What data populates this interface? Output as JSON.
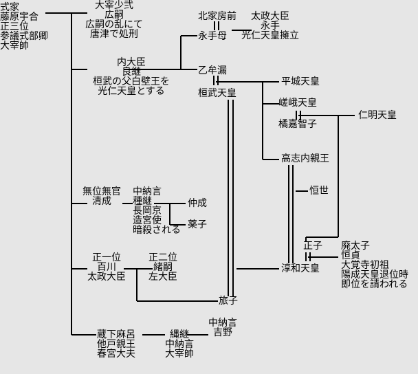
{
  "persons": {
    "umakai": [
      "式家",
      "藤原宇合",
      "正三位",
      "参議式部卿",
      "大宰帥"
    ],
    "hirotsugu": [
      "大宰少弐",
      "広嗣",
      "広嗣の乱にて",
      "唐津で処刑"
    ],
    "yoshitsugu": [
      "内大臣",
      "良継",
      "桓武の父白壁王を",
      "光仁天皇とする"
    ],
    "fusasaki": [
      "北家房前"
    ],
    "nagate": [
      "太政大臣",
      "永手",
      "光仁天皇擁立"
    ],
    "nagatehaha": [
      "永手母"
    ],
    "otomuro": [
      "乙牟漏"
    ],
    "kanmu": [
      "桓武天皇"
    ],
    "heizei": [
      "平城天皇"
    ],
    "saga": [
      "嵯峨天皇"
    ],
    "tachibana": [
      "橘嘉智子"
    ],
    "ninmyo": [
      "仁明天皇"
    ],
    "koshi": [
      "高志内親王"
    ],
    "tsuneyo": [
      "恒世"
    ],
    "kiyonari": [
      "無位無官",
      "清成"
    ],
    "tanetsugu": [
      "中納言",
      "種継",
      "長岡京",
      "造宮使",
      "暗殺される"
    ],
    "nakanari": [
      "仲成"
    ],
    "kusuko": [
      "薬子"
    ],
    "momokawa": [
      "正一位",
      "百川",
      "太政大臣"
    ],
    "otsugu": [
      "正二位",
      "緒嗣",
      "左大臣"
    ],
    "masako": [
      "正子"
    ],
    "tsunesada": [
      "廃太子",
      "恒貞",
      "大覚寺初祖",
      "陽成天皇退位時",
      "即位を請われる"
    ],
    "junna": [
      "淳和天皇"
    ],
    "tabiko": [
      "旅子"
    ],
    "kuramaro": [
      "蔵下麻呂",
      "他戸親王",
      "春宮大夫"
    ],
    "tadatsugu": [
      "縄継",
      "中納言",
      "大宰帥"
    ],
    "yoshino": [
      "中納言",
      "吉野"
    ]
  }
}
